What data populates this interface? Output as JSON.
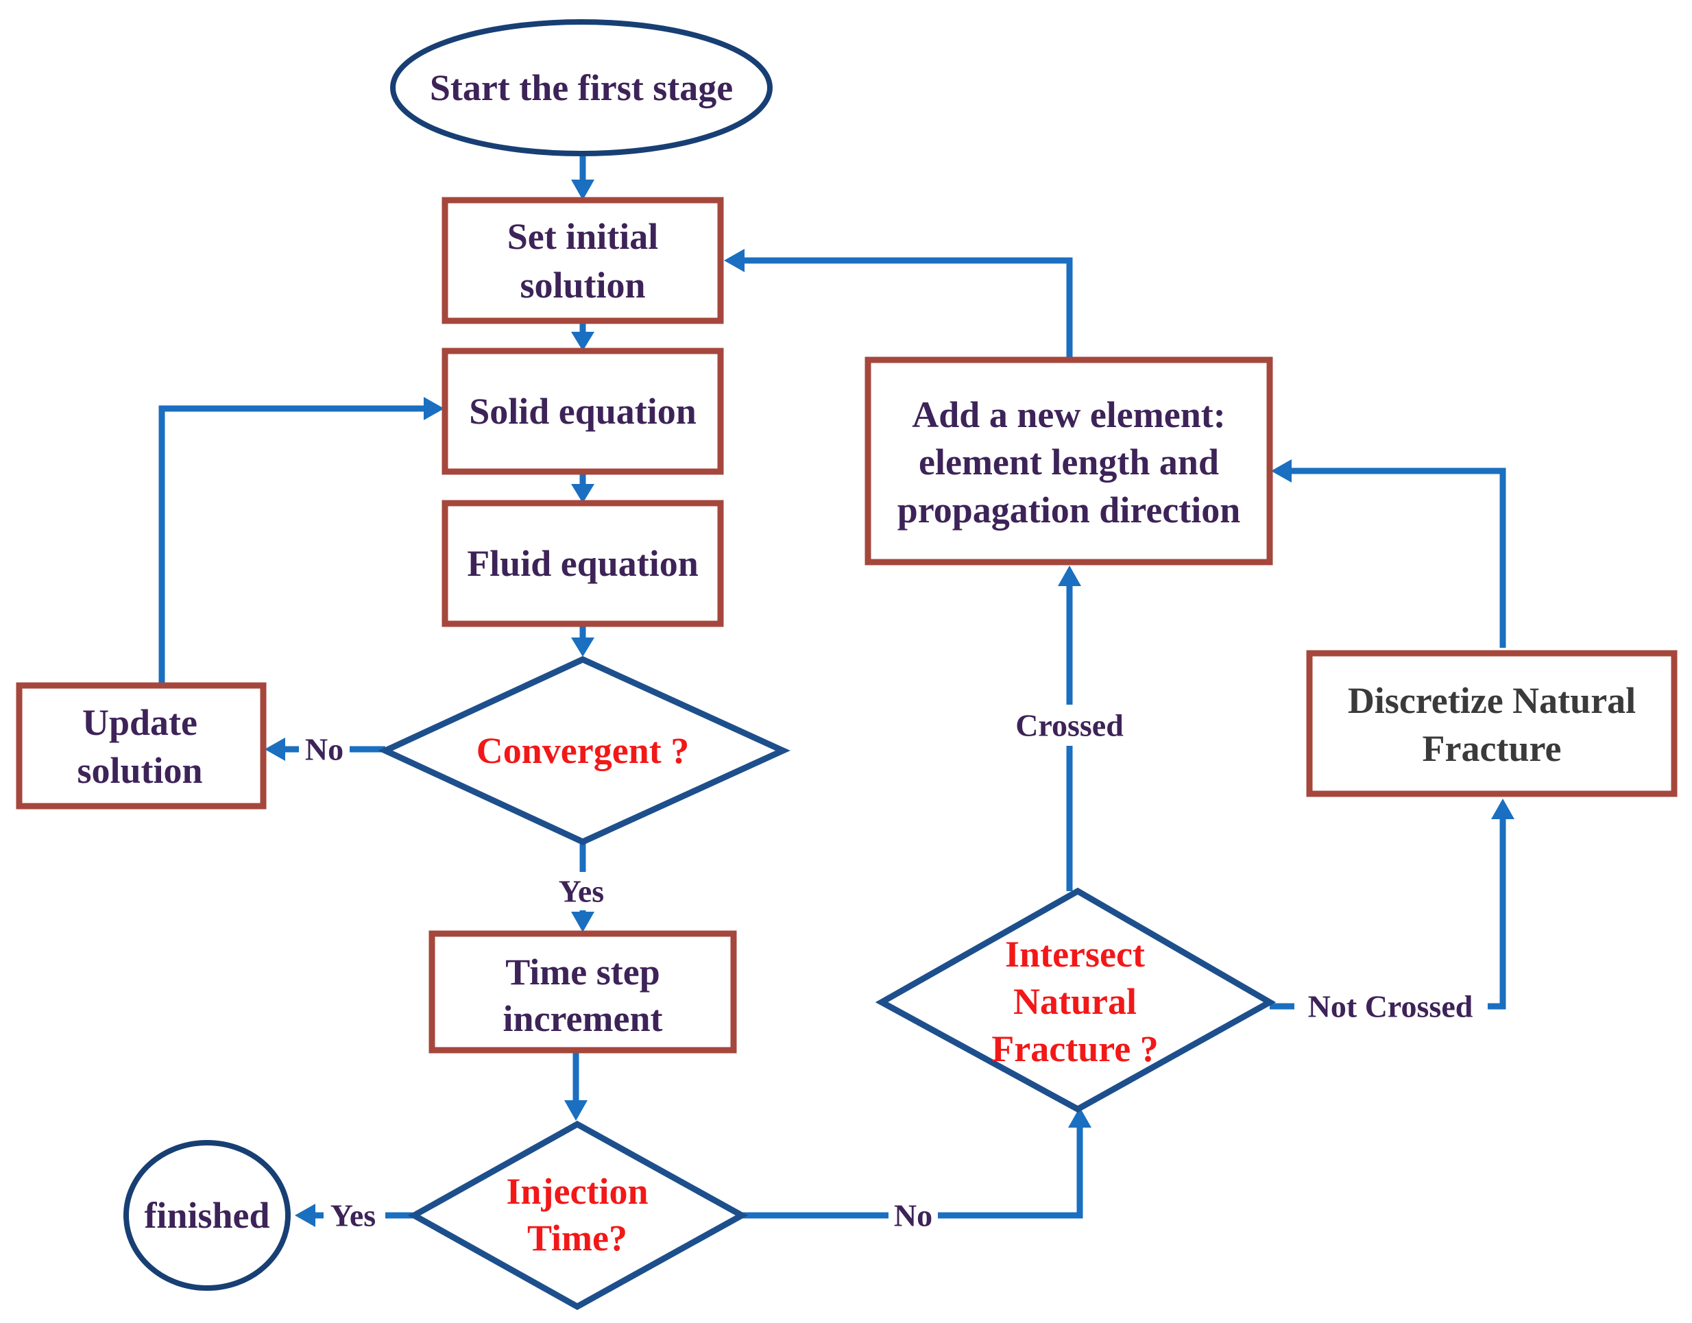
{
  "colors": {
    "background": "#ffffff",
    "arrow": "#1a6fc0",
    "process_border": "#a5473c",
    "decision_border": "#1d4f8c",
    "terminal_border": "#173f74",
    "process_text": "#3d2358",
    "decision_text": "#f21818",
    "label_text": "#3d2358",
    "discretize_text": "#3a3a3a"
  },
  "nodes": {
    "start": {
      "text": "Start the first stage"
    },
    "set_initial": {
      "line1": "Set initial",
      "line2": "solution"
    },
    "solid": {
      "text": "Solid equation"
    },
    "fluid": {
      "text": "Fluid equation"
    },
    "update": {
      "line1": "Update",
      "line2": "solution"
    },
    "convergent": {
      "text": "Convergent ?"
    },
    "time_step": {
      "line1": "Time step",
      "line2": "increment"
    },
    "injection": {
      "line1": "Injection",
      "line2": "Time?"
    },
    "finished": {
      "text": "finished"
    },
    "add_element": {
      "line1": "Add a new element:",
      "line2": "element length and",
      "line3": "propagation direction"
    },
    "intersect": {
      "line1": "Intersect",
      "line2": "Natural",
      "line3": "Fracture ?"
    },
    "discretize": {
      "line1": "Discretize Natural",
      "line2": "Fracture"
    }
  },
  "edge_labels": {
    "no_convergent": "No",
    "yes_convergent": "Yes",
    "yes_injection": "Yes",
    "no_injection": "No",
    "crossed": "Crossed",
    "not_crossed": "Not Crossed"
  }
}
